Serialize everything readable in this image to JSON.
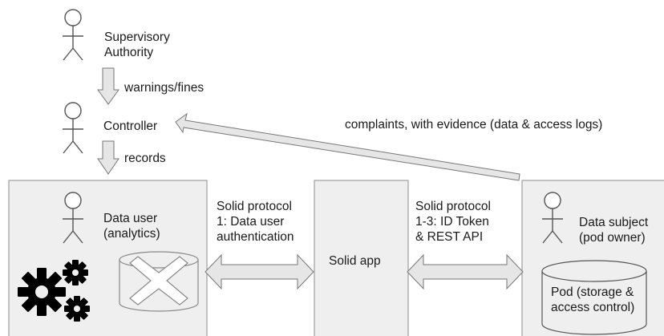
{
  "actors": {
    "supervisory_authority": [
      "Supervisory",
      "Authority"
    ],
    "controller": "Controller",
    "data_user": [
      "Data user",
      "(analytics)"
    ],
    "data_subject": [
      "Data subject",
      "(pod owner)"
    ]
  },
  "flows": {
    "warnings": "warnings/fines",
    "records": "records",
    "complaints": "complaints, with evidence (data & access logs)"
  },
  "protocols": {
    "left": [
      "Solid protocol",
      "1: Data user",
      "authentication"
    ],
    "right": [
      "Solid protocol",
      "1-3: ID Token",
      "& REST API"
    ]
  },
  "app": {
    "label": "Solid app"
  },
  "pod": {
    "label": [
      "Pod (storage &",
      "access control)"
    ]
  },
  "icons": [
    "stick-figure-icon",
    "gears-icon",
    "crossed-database-icon",
    "database-cylinder-icon"
  ],
  "colors": {
    "box_fill": "#efefef",
    "box_stroke": "#9e9e9e",
    "arrow_fill": "#e6e6e6",
    "line": "#555555",
    "gear": "#000000"
  }
}
